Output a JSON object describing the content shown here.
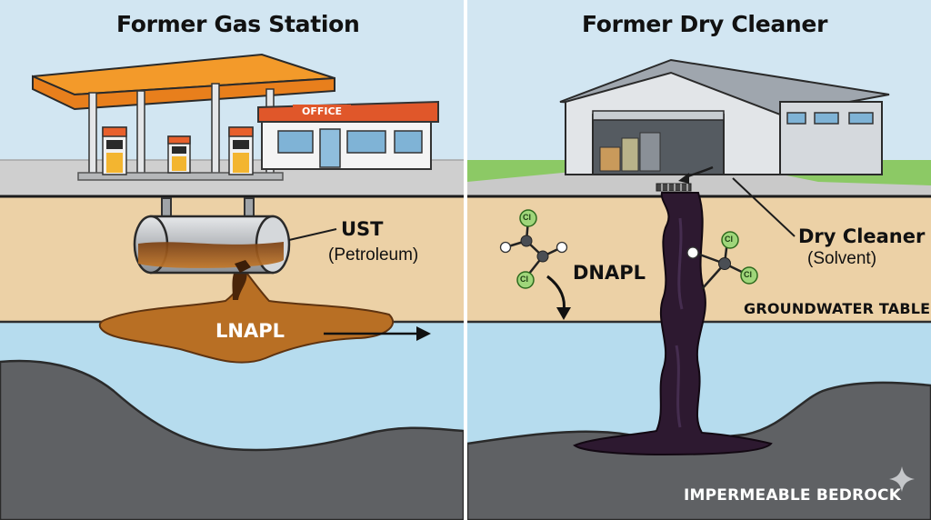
{
  "left_panel": {
    "title": "Former Gas Station",
    "office_sign": "OFFICE",
    "tank_label": "UST",
    "tank_sublabel": "(Petroleum)",
    "plume_label": "LNAPL"
  },
  "right_panel": {
    "title": "Former Dry Cleaner",
    "source_label": "Dry Cleaner",
    "source_sublabel": "(Solvent)",
    "plume_label": "DNAPL",
    "water_table_label": "GROUNDWATER TABLE",
    "bedrock_label": "IMPERMEABLE BEDROCK",
    "atom_symbol": "Cl"
  },
  "colors": {
    "sky": "#d2e6f2",
    "soil": "#ecd1a6",
    "groundwater": "#b6dcee",
    "bedrock": "#5f6164",
    "lnapl": "#b86f24",
    "dnapl": "#2d1930",
    "canopy": "#f39a2a",
    "office_roof": "#e0572a",
    "grass": "#8cc965"
  },
  "icons": [
    "sparkle-icon",
    "flow-arrow-icon",
    "molecule-icon",
    "fuel-pump-icon",
    "floor-drain-icon"
  ]
}
